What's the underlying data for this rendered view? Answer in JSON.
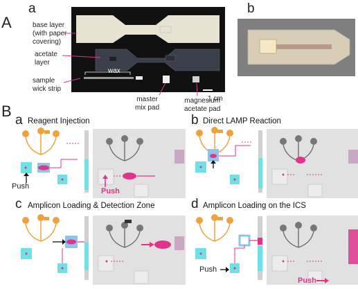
{
  "panelA": {
    "label": "A",
    "sublabel": "a",
    "labels": {
      "base": "base layer\n(with paper\ncovering)",
      "acetate": "acetate\nlayer",
      "wax": "wax",
      "wick": "sample\nwick strip",
      "master": "master\nmix pad",
      "magnesium": "magnesium\nacetate pad",
      "scale": "1 cm"
    }
  },
  "panelA_b": {
    "label": "b"
  },
  "panelB": {
    "label": "B",
    "subpanels": [
      {
        "letter": "a",
        "title": "Reagent Injection",
        "push": "Push",
        "photo_push": "Push"
      },
      {
        "letter": "b",
        "title": "Direct LAMP Reaction"
      },
      {
        "letter": "c",
        "title": "Amplicon Loading & Detection Zone"
      },
      {
        "letter": "d",
        "title": "Amplicon Loading on the ICS",
        "push": "Push",
        "photo_push": "Push"
      }
    ]
  },
  "colors": {
    "cyan": "#6fe0e6",
    "magenta": "#e0338a",
    "orange": "#f0a23a",
    "blue": "#8fc3e8"
  }
}
